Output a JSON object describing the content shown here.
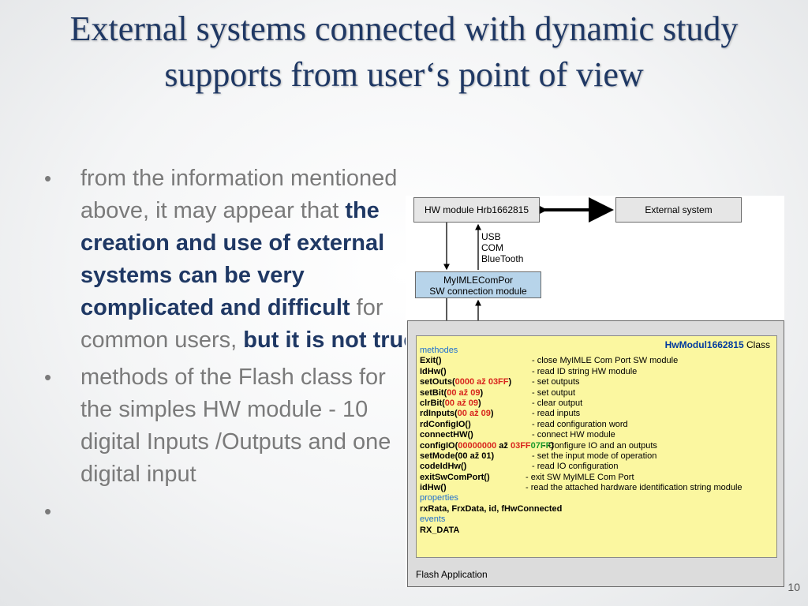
{
  "title": "External systems connected with dynamic study supports from user‘s point of view",
  "bullet1": {
    "pre": "from the information mentioned above, it may appear that ",
    "bold": "the creation and use of external systems can be very complicated and difficult",
    "mid": " for common users, ",
    "bold2": "but it is not true"
  },
  "bullet2": "methods of the Flash class for the simples HW module - 10 digital Inputs /Outputs and one digital input",
  "bullet3": "",
  "page_number": "10",
  "diagram": {
    "hw_module": "HW module Hrb1662815",
    "external_system": "External system",
    "usb": "USB",
    "com": "COM",
    "bluetooth": "BlueTooth",
    "sw_line1": "MyIMLEComPor",
    "sw_line2": "SW connection module",
    "class_name": "HwModul1662815",
    "class_word": "Class",
    "methodes_label": "methodes",
    "properties_label": "properties",
    "properties_value": "rxRata, FrxData, id, fHwConnected",
    "events_label": "events",
    "events_value": "RX_DATA",
    "flash_label": "Flash Application",
    "methods": [
      {
        "name": "Exit()",
        "desc": "- close MyIMLE Com Port SW module"
      },
      {
        "name": "IdHw()",
        "desc": "- read ID string HW module"
      },
      {
        "name": "setOuts(",
        "arg": "0000 až 03FF",
        "close": ")",
        "desc": "- set outputs"
      },
      {
        "name": "setBit(",
        "arg": "00 až 09",
        "close": ")",
        "desc": "- set output"
      },
      {
        "name": "clrBit(",
        "arg": "00 až 09",
        "close": ")",
        "desc": "- clear output"
      },
      {
        "name": "rdInputs(",
        "arg": "00 až 09",
        "close": ")",
        "desc": "- read inputs"
      },
      {
        "name": "rdConfigIO()",
        "desc": "- read configuration word"
      },
      {
        "name": "connectHW()",
        "desc": "- connect HW module"
      },
      {
        "name": "configIO(",
        "arg_a": "00000000",
        "mid": " až ",
        "arg_b": "03FF",
        "arg_c": "07FF",
        "close": ")",
        "desc": "- Configure IO and an outputs"
      },
      {
        "name": "setMode(00 až 01)",
        "desc": "- set the input mode of operation"
      },
      {
        "name": "codeIdHw()",
        "desc": "- read IO configuration"
      },
      {
        "name": "exitSwComPort()",
        "desc": "- exit SW MyIMLE Com Port"
      },
      {
        "name": "idHw()",
        "desc": "- read the attached hardware identification string module"
      }
    ]
  }
}
